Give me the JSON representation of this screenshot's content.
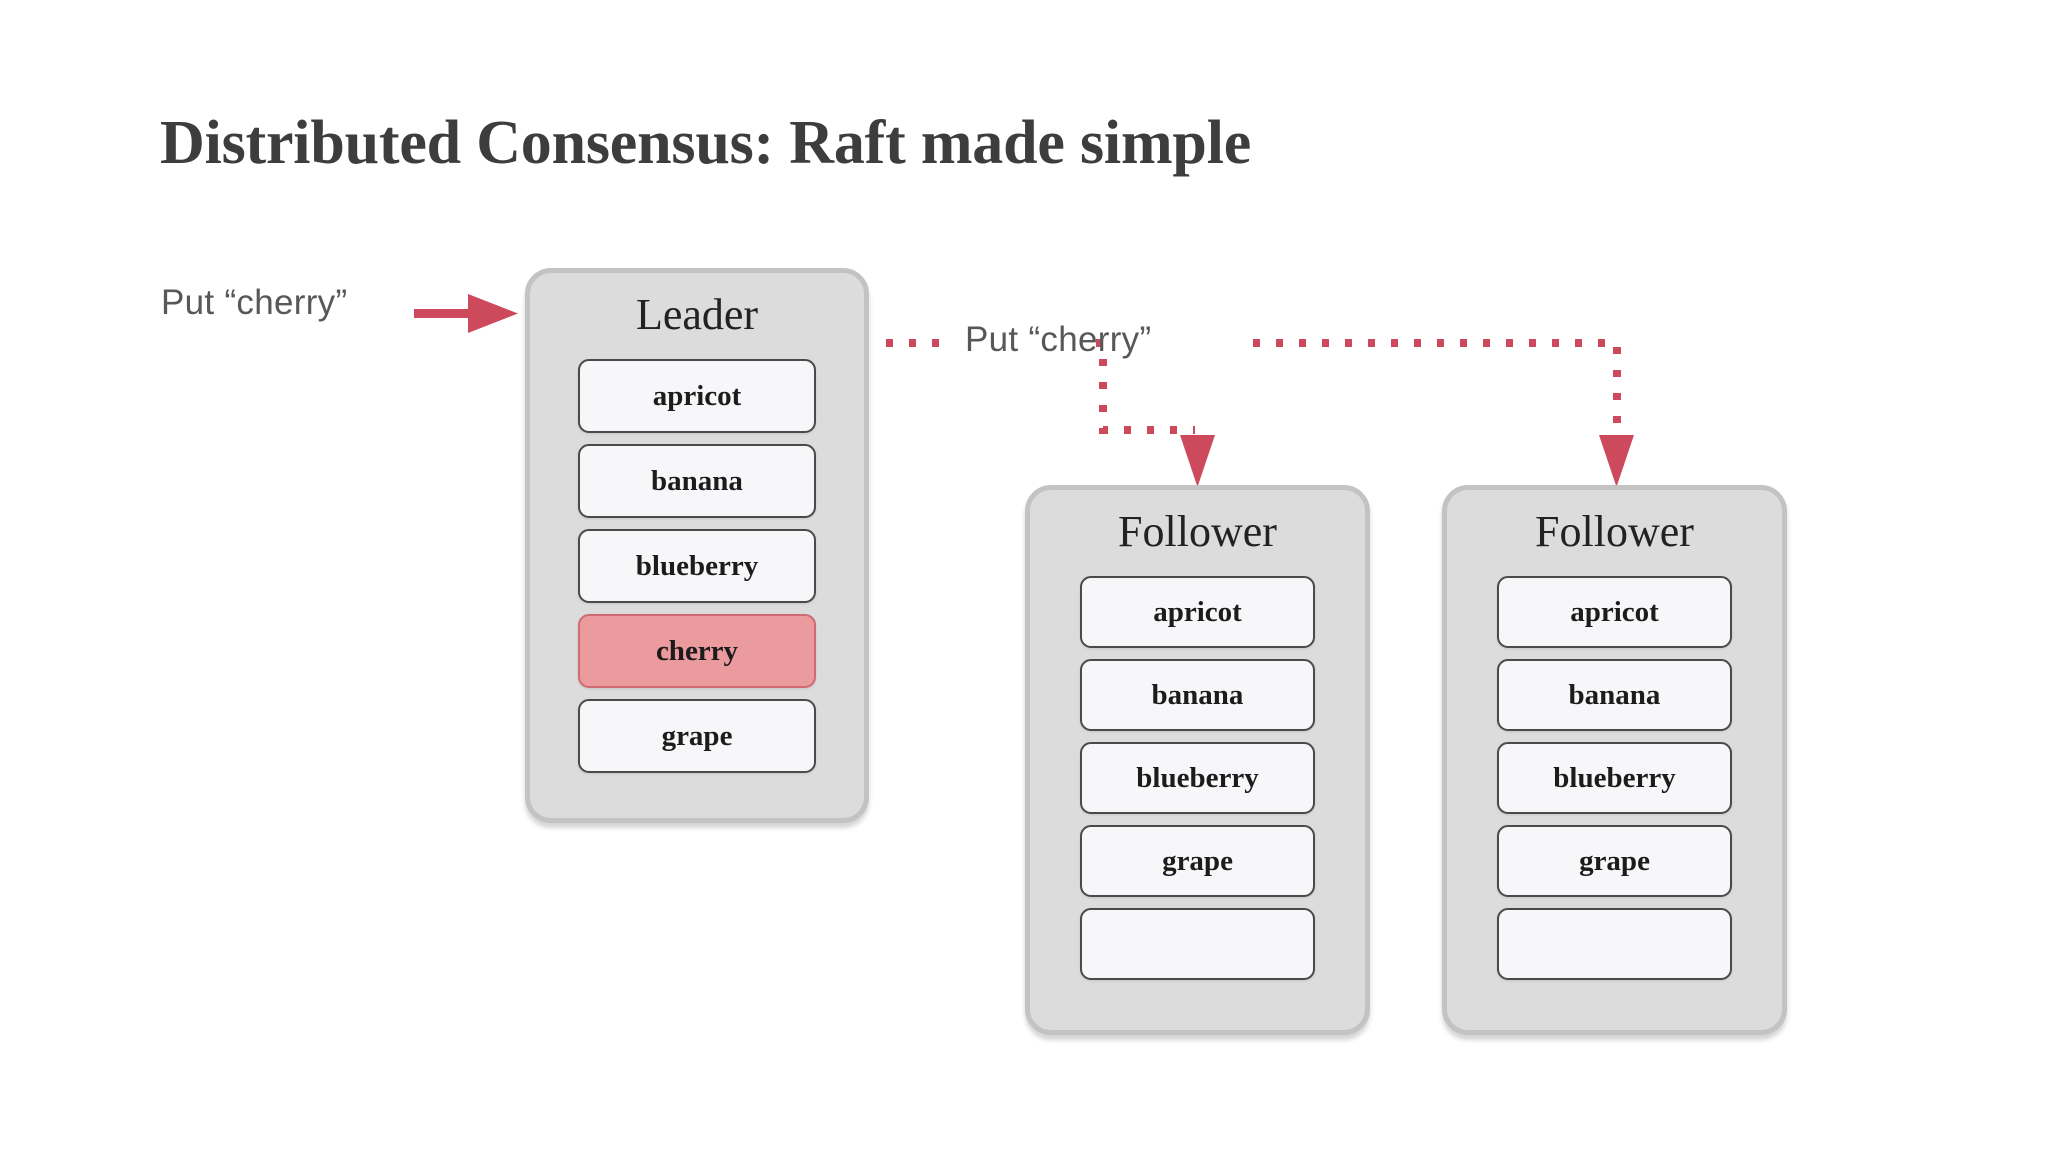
{
  "page": {
    "title": "Distributed Consensus: Raft made simple",
    "background_color": "#ffffff"
  },
  "colors": {
    "accent_red": "#cc4a5c",
    "highlight_fill": "#eb9a9e",
    "highlight_border": "#cf6b73",
    "node_fill": "#dcdcdc",
    "node_border": "#c3c3c3",
    "entry_fill": "#f7f7f9",
    "entry_border": "#4a4a4a",
    "title_text": "#3d3d3d",
    "label_text": "#585858"
  },
  "labels": {
    "client_request": "Put “cherry”",
    "replicate_request": "Put “cherry”"
  },
  "nodes": [
    {
      "id": "leader",
      "role": "Leader",
      "entries": [
        {
          "value": "apricot",
          "highlighted": false,
          "empty": false
        },
        {
          "value": "banana",
          "highlighted": false,
          "empty": false
        },
        {
          "value": "blueberry",
          "highlighted": false,
          "empty": false
        },
        {
          "value": "cherry",
          "highlighted": true,
          "empty": false
        },
        {
          "value": "grape",
          "highlighted": false,
          "empty": false
        }
      ]
    },
    {
      "id": "follower-1",
      "role": "Follower",
      "entries": [
        {
          "value": "apricot",
          "highlighted": false,
          "empty": false
        },
        {
          "value": "banana",
          "highlighted": false,
          "empty": false
        },
        {
          "value": "blueberry",
          "highlighted": false,
          "empty": false
        },
        {
          "value": "grape",
          "highlighted": false,
          "empty": false
        },
        {
          "value": "",
          "highlighted": false,
          "empty": true
        }
      ]
    },
    {
      "id": "follower-2",
      "role": "Follower",
      "entries": [
        {
          "value": "apricot",
          "highlighted": false,
          "empty": false
        },
        {
          "value": "banana",
          "highlighted": false,
          "empty": false
        },
        {
          "value": "blueberry",
          "highlighted": false,
          "empty": false
        },
        {
          "value": "grape",
          "highlighted": false,
          "empty": false
        },
        {
          "value": "",
          "highlighted": false,
          "empty": true
        }
      ]
    }
  ],
  "arrows": [
    {
      "id": "client-to-leader",
      "style": "solid",
      "direction": "right"
    },
    {
      "id": "leader-to-follower-1",
      "style": "dotted",
      "direction": "down"
    },
    {
      "id": "leader-to-follower-2",
      "style": "dotted",
      "direction": "down"
    }
  ]
}
